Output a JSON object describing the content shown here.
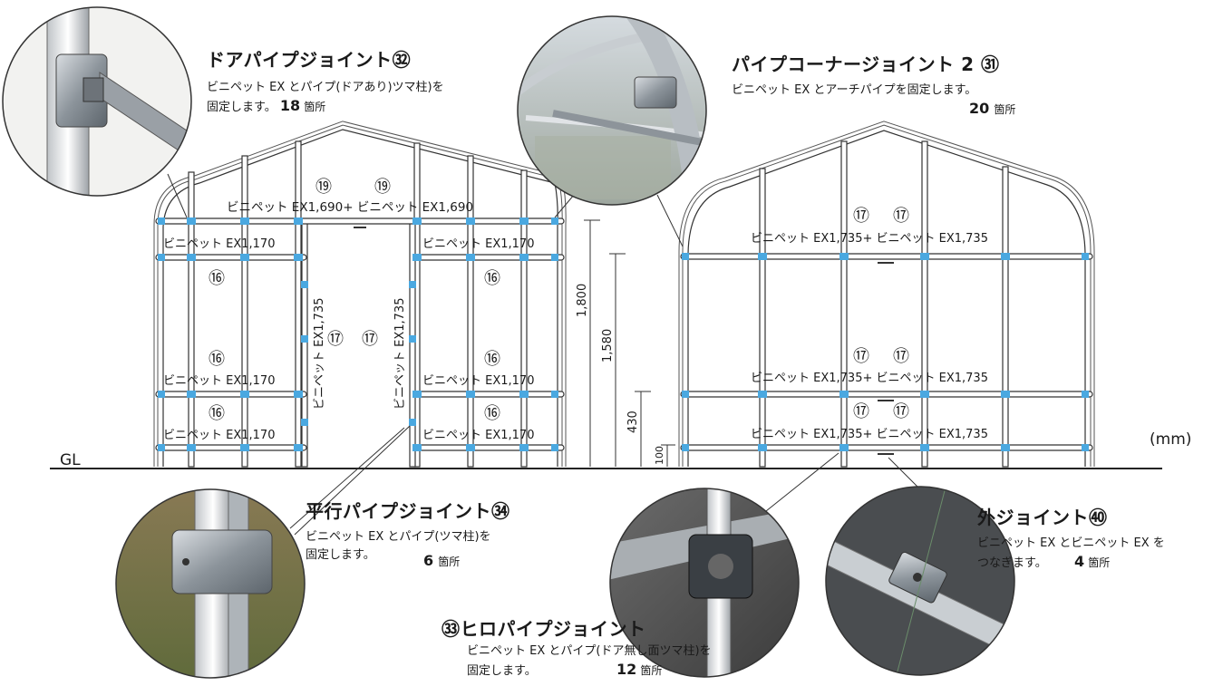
{
  "callouts": {
    "door_joint": {
      "title": "ドアパイプジョイント㉜",
      "line1": "ビニペット EX とパイプ(ドアあり)ツマ柱)を",
      "line2": "固定します。",
      "count": "18",
      "unit": "箇所"
    },
    "corner_joint": {
      "title": "パイプコーナージョイント 2 ㉛",
      "line1": "ビニペット EX とアーチパイプを固定します。",
      "count": "20",
      "unit": "箇所"
    },
    "parallel_joint": {
      "title": "平行パイプジョイント㉞",
      "line1": "ビニペット EX とパイプ(ツマ柱)を",
      "line2": "固定します。",
      "count": "6",
      "unit": "箇所"
    },
    "hiro_joint": {
      "title": "㉝ヒロパイプジョイント",
      "line1": "ビニペット EX とパイプ(ドア無し面ツマ柱)を",
      "line2": "固定します。",
      "count": "12",
      "unit": "箇所"
    },
    "outer_joint": {
      "title": "外ジョイント㊵",
      "line1": "ビニペット EX とビニペット EX を",
      "line2": "つなぎます。",
      "count": "4",
      "unit": "箇所"
    }
  },
  "diagram": {
    "ground_label": "GL",
    "unit_label": "(mm)",
    "dimensions": {
      "d1800": "1,800",
      "d1580": "1,580",
      "d430": "430",
      "d100": "100"
    },
    "left_frame": {
      "top_num_a": "⑲",
      "top_num_b": "⑲",
      "top_label": "ビニペット EX1,690+ ビニペット EX1,690",
      "row1_left": "ビニペット EX1,170",
      "row1_right": "ビニペット EX1,170",
      "num16_1": "⑯",
      "num16_2": "⑯",
      "num16_3": "⑯",
      "num16_4": "⑯",
      "num16_5": "⑯",
      "num16_6": "⑯",
      "row2_left": "ビニペット EX1,170",
      "row2_right": "ビニペット EX1,170",
      "row3_left": "ビニペット EX1,170",
      "row3_right": "ビニペット EX1,170",
      "vert_left": "ビニペット EX1,735",
      "vert_right": "ビニペット EX1,735",
      "num17_a": "⑰",
      "num17_b": "⑰"
    },
    "right_frame": {
      "num17_1a": "⑰",
      "num17_1b": "⑰",
      "row1": "ビニペット EX1,735+ ビニペット EX1,735",
      "num17_2a": "⑰",
      "num17_2b": "⑰",
      "row2": "ビニペット EX1,735+ ビニペット EX1,735",
      "num17_3a": "⑰",
      "num17_3b": "⑰",
      "row3": "ビニペット EX1,735+ ビニペット EX1,735"
    }
  }
}
